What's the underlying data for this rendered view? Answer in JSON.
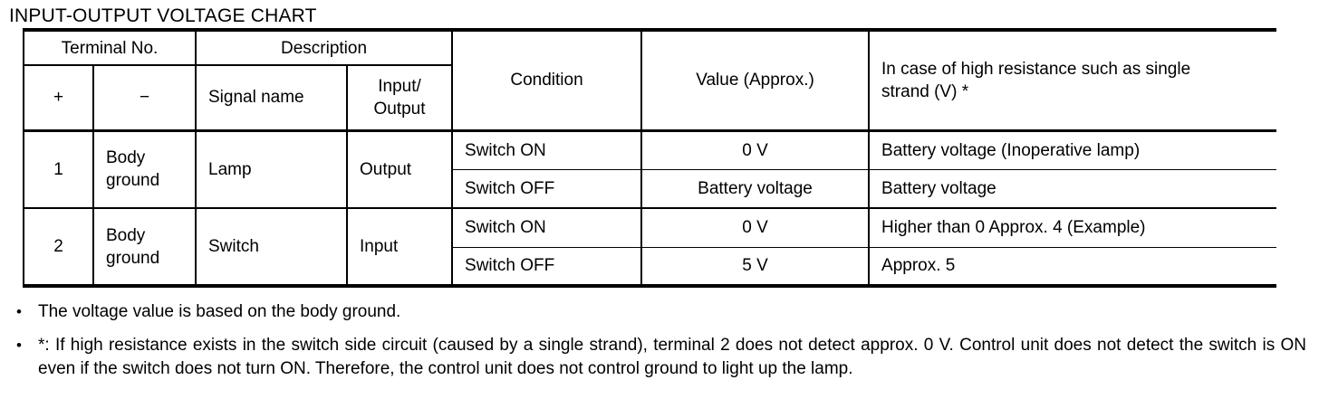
{
  "title": "INPUT-OUTPUT VOLTAGE CHART",
  "table": {
    "header": {
      "terminal_no": "Terminal No.",
      "description": "Description",
      "plus": "+",
      "minus": "−",
      "signal_name": "Signal name",
      "input_output": "Input/\nOutput",
      "condition": "Condition",
      "value": "Value (Approx.)",
      "high_resistance": "In case of high resistance such as single\nstrand (V) *"
    },
    "rows": [
      {
        "terminal": "1",
        "ground": "Body\nground",
        "signal": "Lamp",
        "io": "Output",
        "sub": [
          {
            "condition": "Switch ON",
            "value": "0 V",
            "high_resistance": "Battery voltage (Inoperative lamp)"
          },
          {
            "condition": "Switch OFF",
            "value": "Battery voltage",
            "high_resistance": "Battery voltage"
          }
        ]
      },
      {
        "terminal": "2",
        "ground": "Body\nground",
        "signal": "Switch",
        "io": "Input",
        "sub": [
          {
            "condition": "Switch ON",
            "value": "0 V",
            "high_resistance": "Higher than 0 Approx. 4 (Example)"
          },
          {
            "condition": "Switch OFF",
            "value": "5 V",
            "high_resistance": "Approx. 5"
          }
        ]
      }
    ]
  },
  "notes": [
    {
      "bullet": "•",
      "text": "The voltage value is based on the body ground."
    },
    {
      "bullet": "•",
      "text": "*: If high resistance exists in the switch side circuit (caused by a single strand), terminal 2 does not detect approx. 0 V. Control unit does not detect the switch is ON even if the switch does not turn ON. Therefore, the control unit does not control ground to light up the lamp."
    }
  ],
  "colors": {
    "ink": "#000000",
    "paper": "#ffffff"
  }
}
